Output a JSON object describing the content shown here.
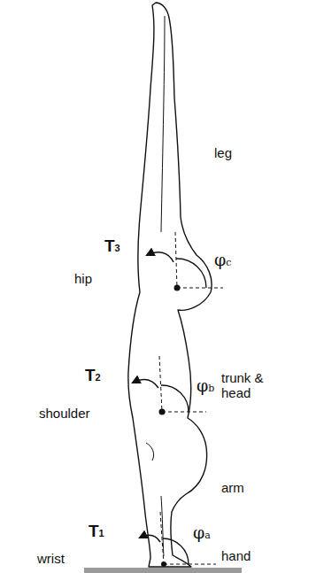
{
  "diagram": {
    "labels": [
      "leg",
      "T3",
      "φc",
      "hip",
      "trunk & head",
      "T2",
      "φb",
      "shoulder",
      "arm",
      "T1",
      "φa",
      "wrist",
      "hand"
    ]
  }
}
